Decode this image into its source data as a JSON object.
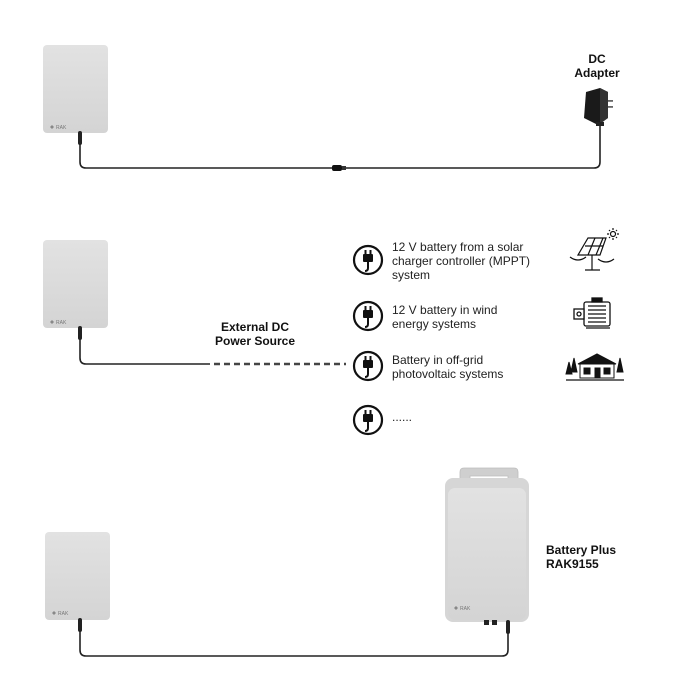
{
  "diagram": {
    "brand_text": "RAK",
    "scenario_dc_adapter": {
      "label_line1": "DC",
      "label_line2": "Adapter"
    },
    "scenario_external_dc": {
      "label_line1": "External DC",
      "label_line2": "Power Source",
      "sources": [
        {
          "line1": "12 V battery from a solar",
          "line2": "charger controller (MPPT)",
          "line3": "system",
          "icon": "solar-panel-icon"
        },
        {
          "line1": "12 V battery in wind",
          "line2": "energy systems",
          "line3": "",
          "icon": "wind-generator-icon"
        },
        {
          "line1": "Battery in off-grid",
          "line2": "photovoltaic systems",
          "line3": "",
          "icon": "off-grid-house-icon"
        },
        {
          "line1": "......",
          "line2": "",
          "line3": "",
          "icon": ""
        }
      ]
    },
    "scenario_battery_plus": {
      "label_line1": "Battery Plus",
      "label_line2": "RAK9155"
    }
  },
  "colors": {
    "device_fill": "#dcdcdc",
    "cable": "#222222",
    "icon_dark": "#111111"
  }
}
